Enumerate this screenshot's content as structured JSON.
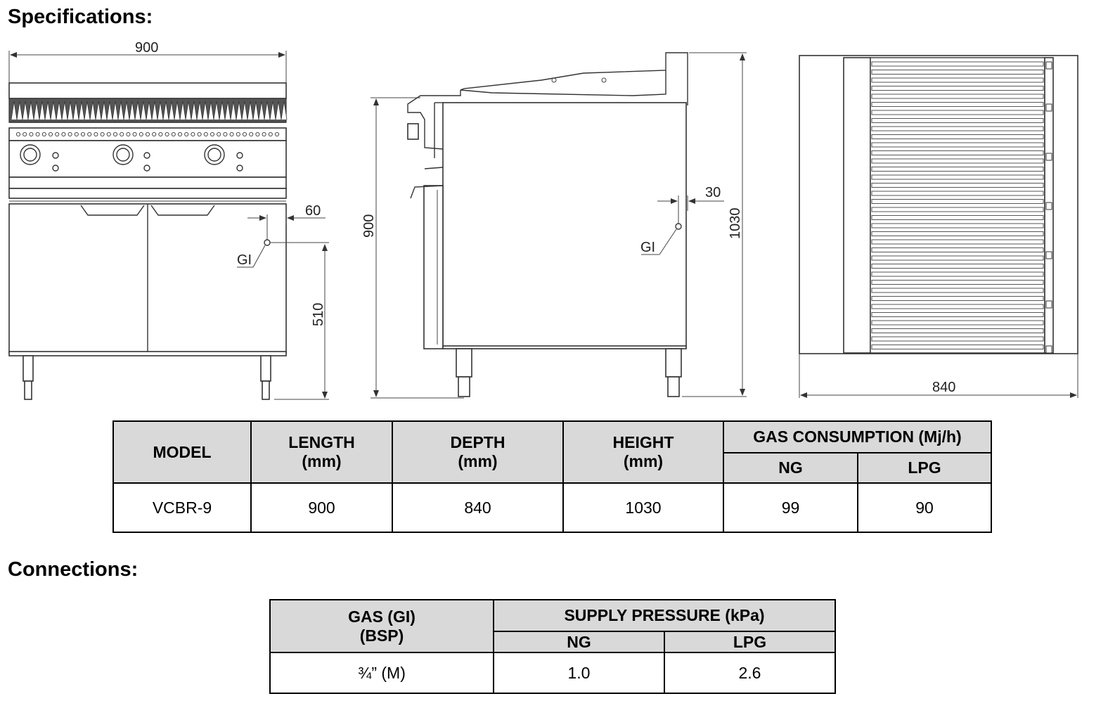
{
  "headings": {
    "specifications": "Specifications:",
    "connections": "Connections:"
  },
  "drawing": {
    "front": {
      "width_label": "900",
      "gas_offset_label": "60",
      "gas_height_label": "510",
      "gas_label": "GI"
    },
    "side": {
      "height_label": "900",
      "overall_height_label": "1030",
      "gas_offset_label": "30",
      "gas_label": "GI"
    },
    "top": {
      "depth_label": "840"
    }
  },
  "spec_table": {
    "headers": {
      "model": "MODEL",
      "length": [
        "LENGTH",
        "(mm)"
      ],
      "depth": [
        "DEPTH",
        "(mm)"
      ],
      "height": [
        "HEIGHT",
        "(mm)"
      ],
      "gas_consumption": "GAS CONSUMPTION (Mj/h)",
      "ng": "NG",
      "lpg": "LPG"
    },
    "row": {
      "model": "VCBR-9",
      "length": "900",
      "depth": "840",
      "height": "1030",
      "ng": "99",
      "lpg": "90"
    }
  },
  "conn_table": {
    "headers": {
      "gas": [
        "GAS (GI)",
        "(BSP)"
      ],
      "supply_pressure": "SUPPLY PRESSURE (kPa)",
      "ng": "NG",
      "lpg": "LPG"
    },
    "row": {
      "gas": "¾” (M)",
      "ng": "1.0",
      "lpg": "2.6"
    }
  }
}
